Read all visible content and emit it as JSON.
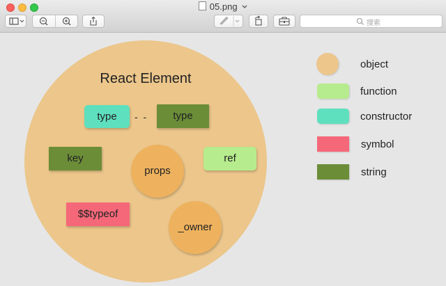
{
  "window": {
    "title": "05.png"
  },
  "diagram": {
    "heading": "React Element",
    "nodes": {
      "type_a": "type",
      "type_b": "type",
      "key": "key",
      "props": "props",
      "ref": "ref",
      "typeof": "$$typeof",
      "owner": "_owner"
    },
    "connector": "- -"
  },
  "legend": [
    {
      "label": "object",
      "color": "#ecc68b"
    },
    {
      "label": "function",
      "color": "#b6ec8d"
    },
    {
      "label": "constructor",
      "color": "#5ee0be"
    },
    {
      "label": "symbol",
      "color": "#f56879"
    },
    {
      "label": "string",
      "color": "#6b8d38"
    }
  ],
  "toolbar": {
    "search_placeholder": "搜索"
  }
}
